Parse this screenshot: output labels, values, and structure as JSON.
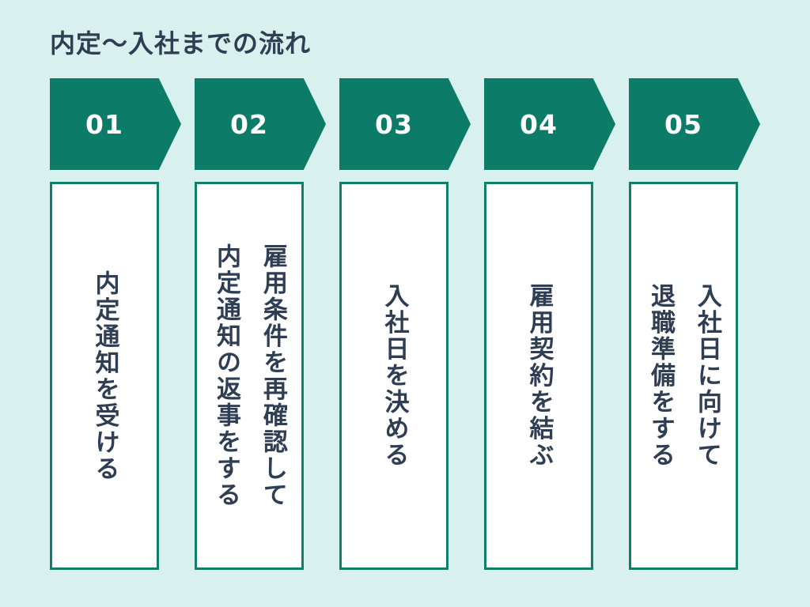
{
  "title": "内定〜入社までの流れ",
  "colors": {
    "background": "#d9f1ee",
    "accent_teal": "#0c7c68",
    "box_border_teal": "#0f7e6b",
    "text_navy": "#2f3e53",
    "number_white": "#ffffff",
    "box_background": "#ffffff"
  },
  "steps": [
    {
      "number": "01",
      "label": "内定通知を受ける"
    },
    {
      "number": "02",
      "label": "雇用条件を再確認して\n内定通知の返事をする"
    },
    {
      "number": "03",
      "label": "入社日を決める"
    },
    {
      "number": "04",
      "label": "雇用契約を結ぶ"
    },
    {
      "number": "05",
      "label": "入社日に向けて\n退職準備をする"
    }
  ]
}
